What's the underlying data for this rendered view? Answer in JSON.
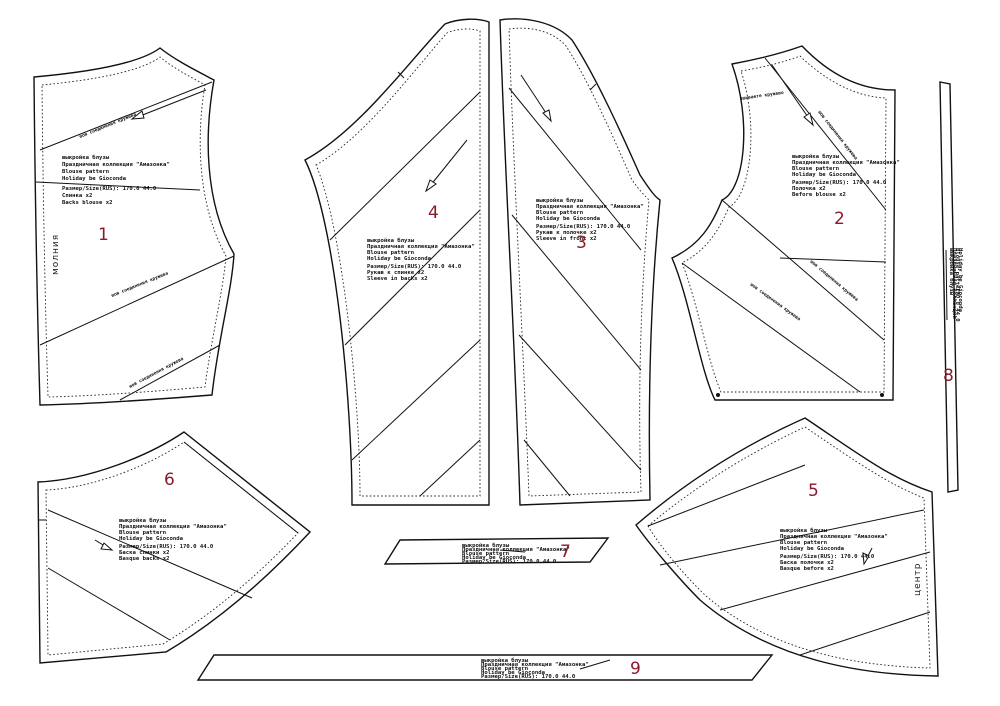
{
  "labels": {
    "zipper": "молния",
    "center": "центр",
    "seam_line": "шов соединения кружева",
    "front_armhole_tag": "вшиваете кружево"
  },
  "pieces": [
    {
      "number": "1",
      "lines": [
        "выкройка блузы",
        "Праздничная коллекция \"Амазонка\"",
        "Blouse pattern",
        "Holiday be Gioconda",
        "",
        "Размер/Size(RUS):  170.0    44.0",
        "Спинка х2",
        "Backs blouse x2"
      ]
    },
    {
      "number": "2",
      "lines": [
        "выкройка блузы",
        "Праздничная коллекция \"Амазонка\"",
        "Blouse pattern",
        "Holiday be Gioconda",
        "",
        "Размер/Size(RUS):  170.0    44.0",
        "Полочка х2",
        "Before blouse x2"
      ]
    },
    {
      "number": "3",
      "lines": [
        "выкройка блузы",
        "Праздничная коллекция \"Амазонка\"",
        "Blouse pattern",
        "Holiday be Gioconda",
        "",
        "Размер/Size(RUS):  170.0    44.0",
        "Рукав к полочке х2",
        "Sleeve in front x2"
      ]
    },
    {
      "number": "4",
      "lines": [
        "выкройка блузы",
        "Праздничная коллекция \"Амазонка\"",
        "Blouse pattern",
        "Holiday be Gioconda",
        "",
        "Размер/Size(RUS):  170.0    44.0",
        "Рукав к спинке х2",
        "Sleeve in backs x2"
      ]
    },
    {
      "number": "5",
      "lines": [
        "выкройка блузы",
        "Праздничная коллекция \"Амазонка\"",
        "Blouse pattern",
        "Holiday be Gioconda",
        "",
        "Размер/Size(RUS):  170.0    44.0",
        "Баска полочки х2",
        "Basque before x2"
      ]
    },
    {
      "number": "6",
      "lines": [
        "выкройка блузы",
        "Праздничная коллекция \"Амазонка\"",
        "Blouse pattern",
        "Holiday be Gioconda",
        "",
        "Размер/Size(RUS):  170.0    44.0",
        "Баска спинки х2",
        "Basque backs x2"
      ]
    },
    {
      "number": "7",
      "lines": [
        "выкройка блузы",
        "Праздничная коллекция \"Амазонка\"",
        "Blouse pattern",
        "Holiday be Gioconda",
        "Размер/Size(RUS):  170.0    44.0"
      ]
    },
    {
      "number": "8",
      "lines": [
        "выкройка блузы",
        "Праздничная коллекция",
        "Blouse pattern",
        "Holiday be Gioconda",
        "170.0 44.0"
      ]
    },
    {
      "number": "9",
      "lines": [
        "выкройка блузы",
        "Праздничная коллекция \"Амазонка\"",
        "Blouse pattern",
        "Holiday be Gioconda",
        "Размер/Size(RUS):  170.0    44.0"
      ]
    }
  ]
}
